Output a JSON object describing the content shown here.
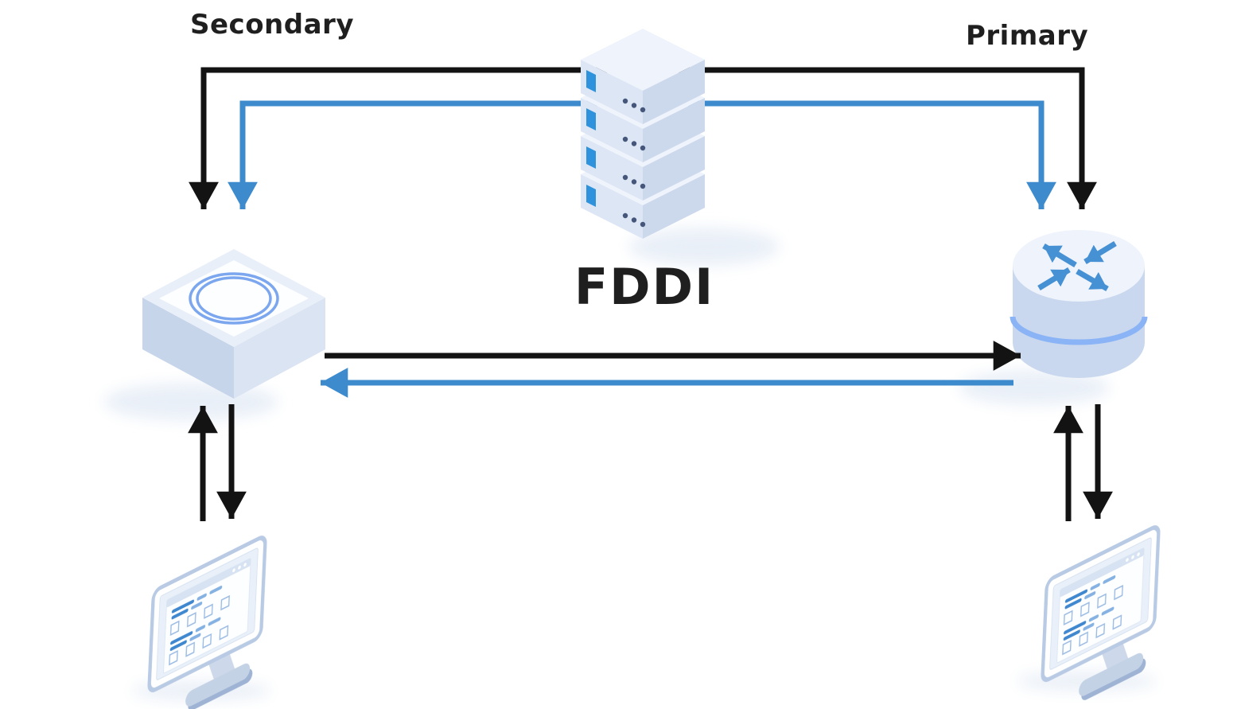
{
  "diagram": {
    "type": "network-topology",
    "title": "FDDI",
    "labels": {
      "secondary": "Secondary",
      "primary": "Primary",
      "center_title": "FDDI"
    },
    "colors": {
      "background": "#ffffff",
      "text": "#1f1f1f",
      "black_link": "#131313",
      "blue_link": "#3d8bcd",
      "device_top": "#eff3fb",
      "device_face_light": "#dde6f5",
      "device_face_dark": "#ccd9ec",
      "led_blue": "#2e93dc",
      "ring_blue": "#7ca7ef",
      "stripe_blue": "#8ab4f6",
      "router_arrow_blue": "#4690d4",
      "screen_content_blue": "#3f87cf"
    },
    "nodes": [
      {
        "id": "server-stack",
        "kind": "server-rack",
        "position": "top-center",
        "units": 4
      },
      {
        "id": "fddi-concentrator",
        "kind": "hub-with-ring",
        "position": "middle-left"
      },
      {
        "id": "router",
        "kind": "router-cylinder",
        "position": "middle-right"
      },
      {
        "id": "workstation-left",
        "kind": "desktop-computer",
        "position": "bottom-left"
      },
      {
        "id": "workstation-right",
        "kind": "desktop-computer",
        "position": "bottom-right"
      }
    ],
    "connections": [
      {
        "from": "server-stack",
        "to": "fddi-concentrator",
        "color": "black",
        "side": "secondary"
      },
      {
        "from": "server-stack",
        "to": "fddi-concentrator",
        "color": "blue",
        "side": "secondary"
      },
      {
        "from": "server-stack",
        "to": "router",
        "color": "black",
        "side": "primary"
      },
      {
        "from": "server-stack",
        "to": "router",
        "color": "blue",
        "side": "primary"
      },
      {
        "from": "fddi-concentrator",
        "to": "router",
        "color": "black",
        "direction": "left-to-right"
      },
      {
        "from": "router",
        "to": "fddi-concentrator",
        "color": "blue",
        "direction": "right-to-left"
      },
      {
        "from": "workstation-left",
        "to": "fddi-concentrator",
        "color": "black",
        "direction": "up"
      },
      {
        "from": "fddi-concentrator",
        "to": "workstation-left",
        "color": "black",
        "direction": "down"
      },
      {
        "from": "workstation-right",
        "to": "router",
        "color": "black",
        "direction": "up"
      },
      {
        "from": "router",
        "to": "workstation-right",
        "color": "black",
        "direction": "down"
      }
    ]
  }
}
